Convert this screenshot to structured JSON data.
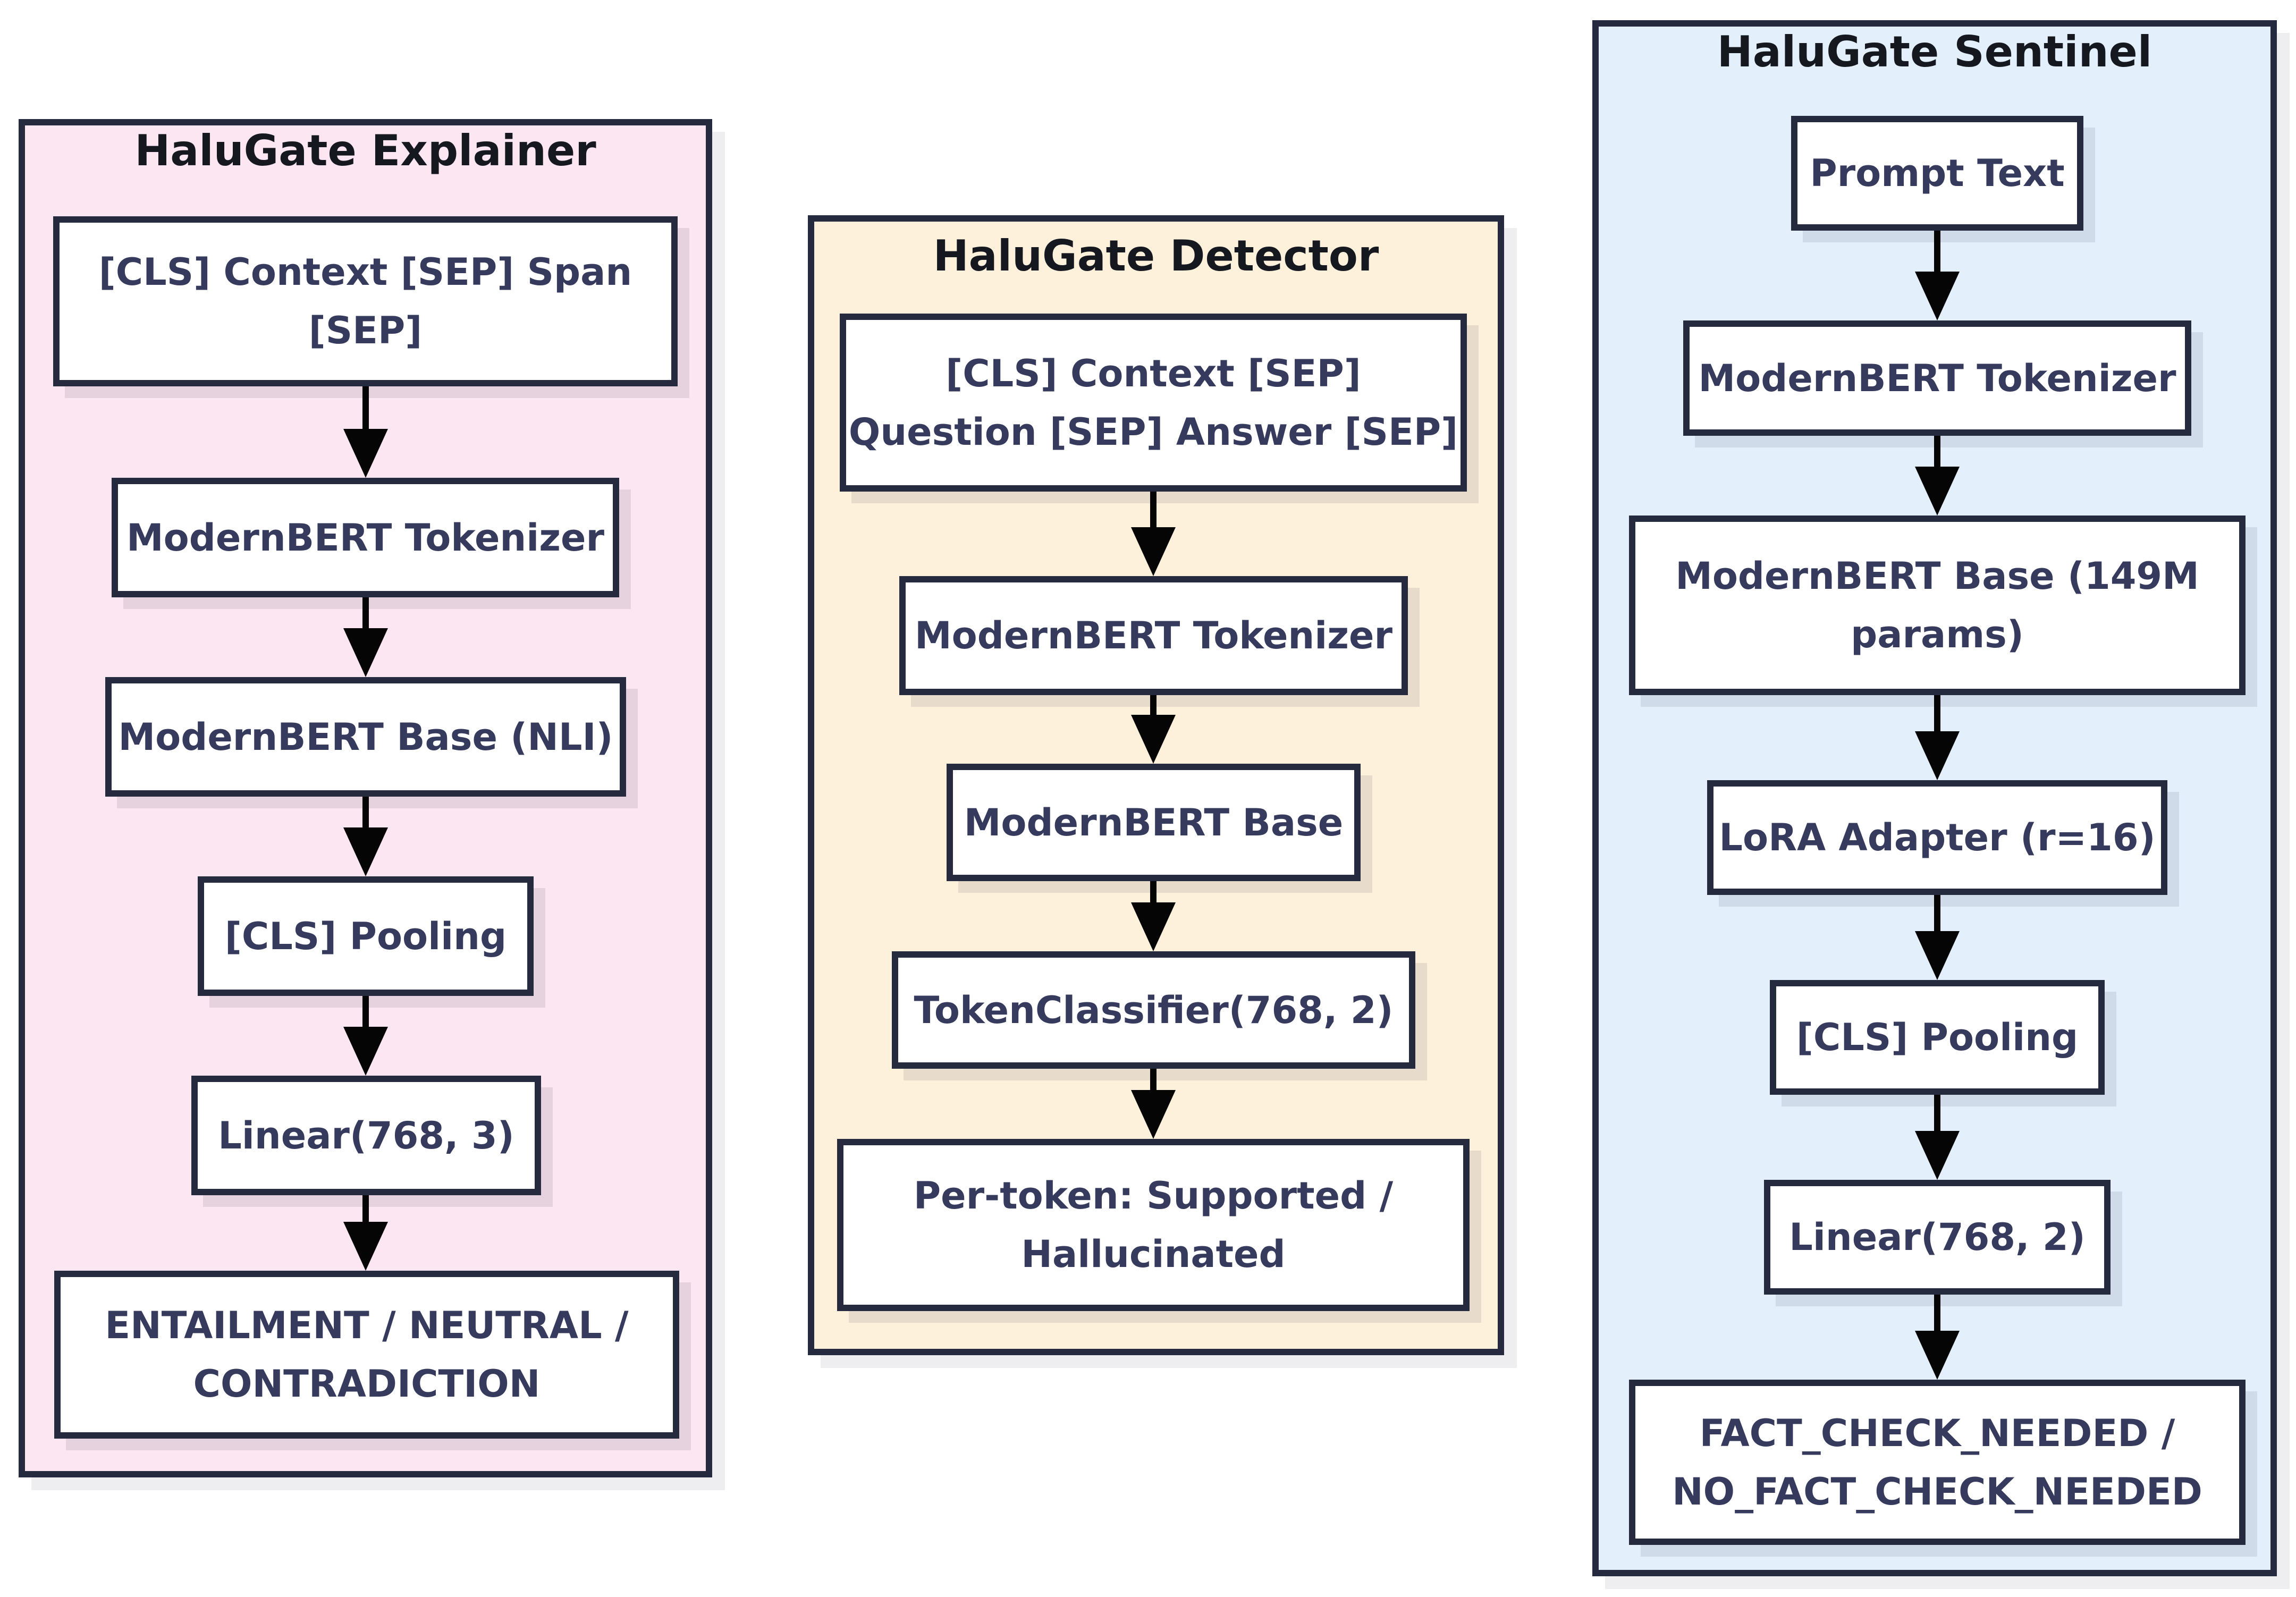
{
  "colors": {
    "page_background": "#ffffff",
    "panel_border": "#262a3f",
    "box_border": "#262a3f",
    "box_background": "#ffffff",
    "box_text": "#363b5e",
    "title_text": "#16181f",
    "arrow": "#050505",
    "explainer_background": "#fce6f1",
    "detector_background": "#fdf1dc",
    "sentinel_background": "#e3f0fc"
  },
  "columns": [
    {
      "id": "explainer",
      "title": "HaluGate Explainer",
      "nodes": [
        {
          "id": "input",
          "lines": [
            "[CLS] Context [SEP] Span",
            "[SEP]"
          ]
        },
        {
          "id": "tokenizer",
          "lines": [
            "ModernBERT Tokenizer"
          ]
        },
        {
          "id": "base-nli",
          "lines": [
            "ModernBERT Base (NLI)"
          ]
        },
        {
          "id": "cls-pooling",
          "lines": [
            "[CLS] Pooling"
          ]
        },
        {
          "id": "linear",
          "lines": [
            "Linear(768, 3)"
          ]
        },
        {
          "id": "output",
          "lines": [
            "ENTAILMENT / NEUTRAL /",
            "CONTRADICTION"
          ]
        }
      ]
    },
    {
      "id": "detector",
      "title": "HaluGate Detector",
      "nodes": [
        {
          "id": "input",
          "lines": [
            "[CLS] Context [SEP]",
            "Question [SEP] Answer [SEP]"
          ]
        },
        {
          "id": "tokenizer",
          "lines": [
            "ModernBERT Tokenizer"
          ]
        },
        {
          "id": "base",
          "lines": [
            "ModernBERT Base"
          ]
        },
        {
          "id": "token-classifier",
          "lines": [
            "TokenClassifier(768, 2)"
          ]
        },
        {
          "id": "output",
          "lines": [
            "Per-token: Supported /",
            "Hallucinated"
          ]
        }
      ]
    },
    {
      "id": "sentinel",
      "title": "HaluGate Sentinel",
      "nodes": [
        {
          "id": "input",
          "lines": [
            "Prompt Text"
          ]
        },
        {
          "id": "tokenizer",
          "lines": [
            "ModernBERT Tokenizer"
          ]
        },
        {
          "id": "base-149m",
          "lines": [
            "ModernBERT Base (149M",
            "params)"
          ]
        },
        {
          "id": "lora-adapter",
          "lines": [
            "LoRA Adapter (r=16)"
          ]
        },
        {
          "id": "cls-pooling",
          "lines": [
            "[CLS] Pooling"
          ]
        },
        {
          "id": "linear",
          "lines": [
            "Linear(768, 2)"
          ]
        },
        {
          "id": "output",
          "lines": [
            "FACT_CHECK_NEEDED /",
            "NO_FACT_CHECK_NEEDED"
          ]
        }
      ]
    }
  ]
}
